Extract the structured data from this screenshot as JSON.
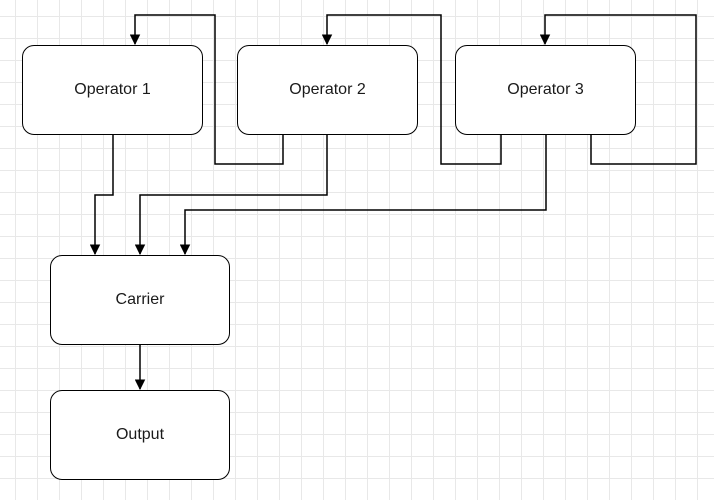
{
  "diagram": {
    "nodes": {
      "operator_1": "Operator 1",
      "operator_2": "Operator 2",
      "operator_3": "Operator 3",
      "carrier": "Carrier",
      "output": "Output"
    },
    "edges": [
      {
        "from": "operator_1",
        "to": "carrier"
      },
      {
        "from": "operator_2",
        "to": "carrier"
      },
      {
        "from": "operator_3",
        "to": "carrier"
      },
      {
        "from": "operator_2",
        "to": "operator_1"
      },
      {
        "from": "operator_3",
        "to": "operator_2"
      },
      {
        "from": "operator_3",
        "to": "operator_3"
      },
      {
        "from": "carrier",
        "to": "output"
      }
    ]
  }
}
